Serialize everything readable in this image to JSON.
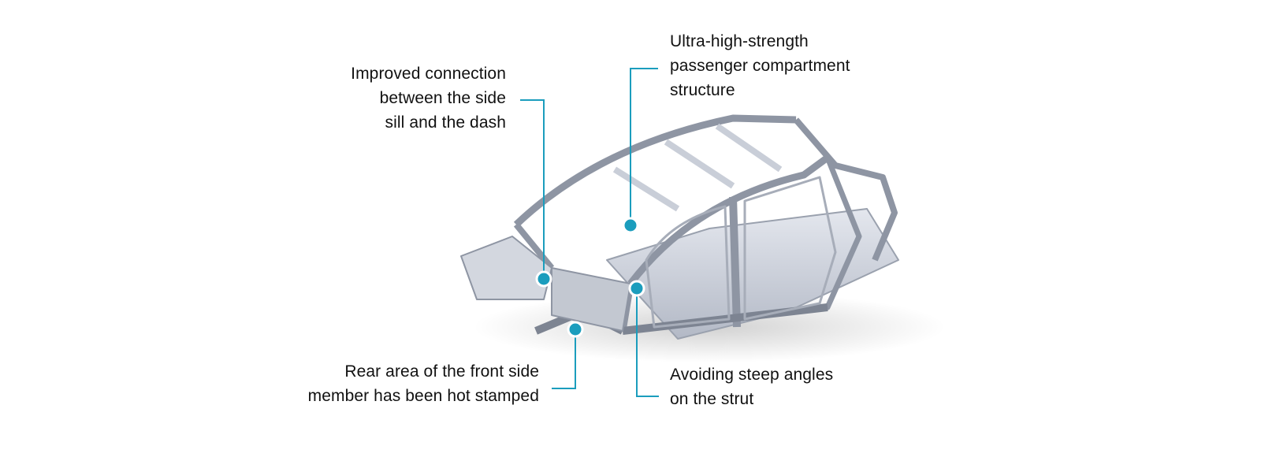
{
  "colors": {
    "callout_line": "#1b9dbd",
    "callout_dot": "#1b9dbd",
    "body_frame": "#c9ced8",
    "body_frame_dark": "#8e95a3",
    "text": "#111111"
  },
  "callouts": [
    {
      "id": "improved-connection",
      "lines": [
        "Improved connection",
        "between the side",
        "sill and the dash"
      ]
    },
    {
      "id": "ultra-high-strength",
      "lines": [
        "Ultra-high-strength",
        "passenger compartment",
        "structure"
      ]
    },
    {
      "id": "rear-area",
      "lines": [
        "Rear area of the front side",
        "member has been hot stamped"
      ]
    },
    {
      "id": "avoiding-steep-angles",
      "lines": [
        "Avoiding steep angles",
        "on the strut"
      ]
    }
  ]
}
